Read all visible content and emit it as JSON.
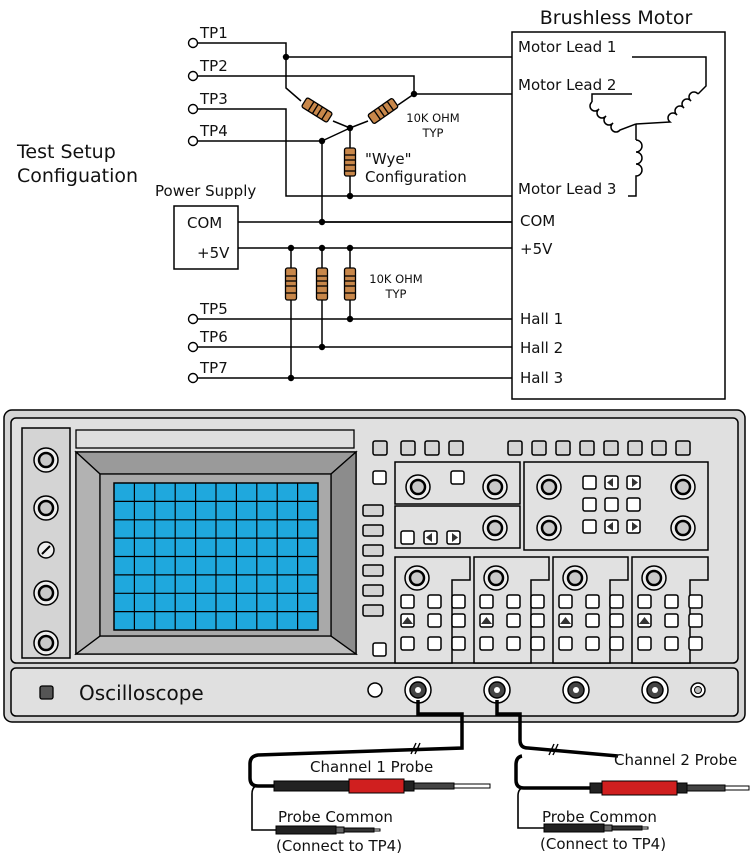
{
  "motor": {
    "title": "Brushless Motor",
    "lead1": "Motor Lead 1",
    "lead2": "Motor Lead 2",
    "lead3": "Motor Lead 3",
    "com": "COM",
    "plus5v": "+5V",
    "hall1": "Hall 1",
    "hall2": "Hall 2",
    "hall3": "Hall 3"
  },
  "test_points": [
    "TP1",
    "TP2",
    "TP3",
    "TP4",
    "TP5",
    "TP6",
    "TP7"
  ],
  "setup_title": {
    "line1": "Test Setup",
    "line2": "Configuation"
  },
  "power_supply": {
    "title": "Power Supply",
    "com": "COM",
    "plus5v": "+5V"
  },
  "wye": {
    "resistor_value": "10K OHM",
    "resistor_note": "TYP",
    "label_line1": "\"Wye\"",
    "label_line2": "Configuration"
  },
  "pullups": {
    "resistor_value": "10K OHM",
    "resistor_note": "TYP"
  },
  "oscilloscope": {
    "label": "Oscilloscope"
  },
  "probes": {
    "ch1": "Channel 1 Probe",
    "ch2": "Channel 2 Probe",
    "common": "Probe Common",
    "common_note": "(Connect to TP4)"
  },
  "colors": {
    "resistor": "#c8874a",
    "screen": "#1fa8dd",
    "probe_red": "#d01f1f"
  }
}
